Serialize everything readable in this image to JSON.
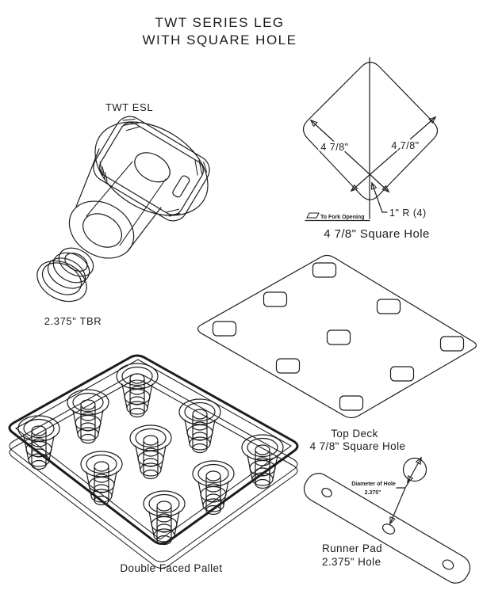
{
  "title": {
    "line1": "TWT SERIES LEG",
    "line2": "WITH SQUARE HOLE"
  },
  "parts": {
    "leg": {
      "label": "TWT ESL"
    },
    "tbr": {
      "label": "2.375\" TBR"
    },
    "square_hole": {
      "dim_left": "4 7/8\"",
      "dim_right": "4 7/8\"",
      "corner_radius_note": "1\" R (4)",
      "fork_note": "To Fork Opening",
      "caption": "4 7/8\" Square Hole"
    },
    "top_deck": {
      "caption_line1": "Top Deck",
      "caption_line2": "4 7/8\" Square Hole"
    },
    "pallet": {
      "caption": "Double Faced Pallet"
    },
    "runner_pad": {
      "hole_note_line1": "Diameter of Hole",
      "hole_note_line2": "2.375\"",
      "caption_line1": "Runner Pad",
      "caption_line2": "2.375\" Hole"
    }
  },
  "colors": {
    "ink": "#1c1c1c",
    "paper": "#ffffff"
  }
}
